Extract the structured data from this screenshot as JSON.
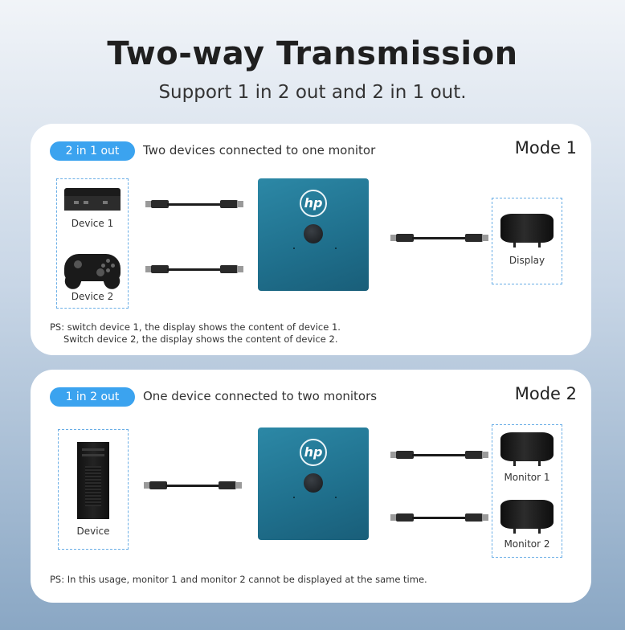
{
  "header": {
    "title": "Two-way Transmission",
    "subtitle": "Support 1 in 2 out and 2 in 1 out."
  },
  "colors": {
    "accent_pill": "#3ba3ef",
    "switch_body": "#1f6f8c",
    "dashed_border": "#6aaee6"
  },
  "mode1": {
    "pill": "2 in 1 out",
    "description": "Two devices connected to one monitor",
    "mode_label": "Mode 1",
    "device1_label": "Device 1",
    "device2_label": "Device 2",
    "display_label": "Display",
    "switch_logo": "hp",
    "note_line1": "PS: switch device 1, the display shows the content of device 1.",
    "note_line2": "Switch device 2, the display shows the content of device 2."
  },
  "mode2": {
    "pill": "1 in 2 out",
    "description": "One device connected to two monitors",
    "mode_label": "Mode 2",
    "device_label": "Device",
    "monitor1_label": "Monitor 1",
    "monitor2_label": "Monitor 2",
    "switch_logo": "hp",
    "note_line1": "PS: In this usage, monitor 1 and monitor 2 cannot be displayed at the same time."
  }
}
